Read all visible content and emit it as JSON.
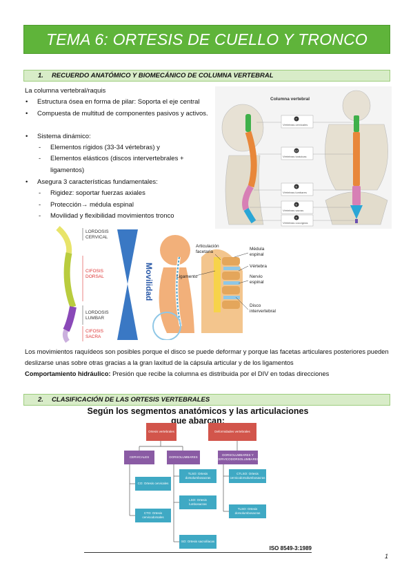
{
  "title": "TEMA 6: ORTESIS DE CUELLO Y TRONCO",
  "section1": {
    "num": "1.",
    "label": "RECUERDO ANATÓMICO Y BIOMECÁNICO DE COLUMNA VERTEBRAL"
  },
  "intro": "La columna vertebral/raquis",
  "bullets": [
    "Estructura ósea en forma de pilar: Soporta el eje central",
    "Compuesta de multitud de componentes pasivos y activos.",
    "Sistema dinámico:",
    "Asegura 3 características fundamentales:"
  ],
  "dyn_sub": [
    "Elementos rígidos (33-34 vértebras) y",
    "Elementos elásticos (discos intervertebrales + ligamentos)"
  ],
  "char_sub": [
    "Rigidez: soportar fuerzas axiales",
    "Protección→ médula espinal",
    "Movilidad y flexibilidad movimientos tronco"
  ],
  "spine_fig": {
    "heading": "Columna vertebral",
    "counts": [
      "7",
      "12",
      "5",
      "5",
      "4"
    ],
    "regions": [
      "Vértebras cervicales",
      "Vértebras torácicas",
      "Vértebras lumbares",
      "Vértebras sacras",
      "Vértebras coccígeas"
    ],
    "colors": {
      "cervical": "#3fb04a",
      "thoracic": "#e8873a",
      "lumbar": "#d77fb5",
      "sacral": "#2aa6d6",
      "coccyx": "#6a4fb0"
    }
  },
  "curves_fig": {
    "labels": [
      "LORDOSIS CERVICAL",
      "CIFOSIS DORSAL",
      "LORDOSIS LUMBAR",
      "CIFOSIS SACRA"
    ],
    "movilidad": "Movilidad"
  },
  "joint_fig": {
    "labels": [
      "Articulación facetaria",
      "Ligamento",
      "Médula espinal",
      "Vértebra",
      "Nervio espinal",
      "Disco intervertebral"
    ]
  },
  "para1": "Los movimientos raquídeos son posibles porque el disco se puede deformar y porque las facetas articulares posteriores pueden deslizarse unas sobre otras gracias a la gran laxitud de la cápsula articular y de los ligamentos",
  "para2_bold": "Comportamiento hidráulico:",
  "para2_rest": " Presión que recibe la columna es distribuida por el DIV en todas direcciones",
  "section2": {
    "num": "2.",
    "label": "CLASIFICACIÓN DE LAS ORTESIS VERTEBRALES"
  },
  "org": {
    "title": "Según los segmentos anatómicos y las articulaciones que abarcan:",
    "root1": "Ortesis vertebrales",
    "root2": "Deformidades vertebrales",
    "mid": [
      "CERVICALES",
      "DORSOLUMBARES",
      "DORSOLUMBARES Y CERVICODORSOLUMBARES"
    ],
    "leaves": [
      "CO: Ortesis cervicales",
      "CTO: Ortesis cervicodorsales",
      "TLSO: Ortesis dorsolumbosacras",
      "LSO: Ortesis lumbosacras",
      "SO: Ortesis sacroilíacas",
      "CTLSO: Ortesis cervicodorsolumbosacras",
      "TLSO: Ortesis dorsolumbosacras"
    ],
    "iso": "ISO 8549-3:1989"
  },
  "page": "1"
}
